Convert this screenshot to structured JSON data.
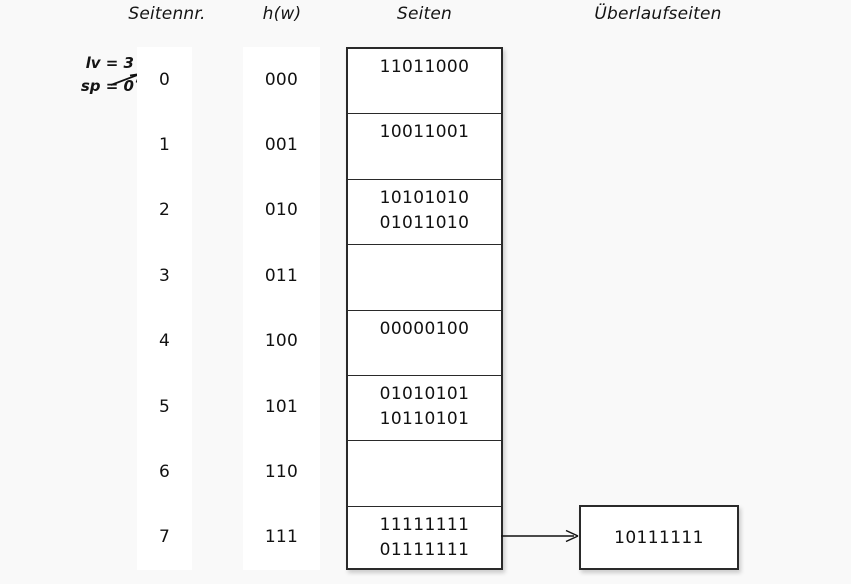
{
  "headers": {
    "seitennr": "Seitennr.",
    "hw": "h(w)",
    "seiten": "Seiten",
    "ueberlaufseiten": "Überlaufseiten"
  },
  "annotation": {
    "lv": "lv = 3",
    "sp": "sp = 0",
    "arrow_icon": "arrow-right-icon"
  },
  "rows": [
    {
      "seitennr": "0",
      "hw": "000",
      "entries": [
        "11011000"
      ]
    },
    {
      "seitennr": "1",
      "hw": "001",
      "entries": [
        "10011001"
      ]
    },
    {
      "seitennr": "2",
      "hw": "010",
      "entries": [
        "10101010",
        "01011010"
      ]
    },
    {
      "seitennr": "3",
      "hw": "011",
      "entries": []
    },
    {
      "seitennr": "4",
      "hw": "100",
      "entries": [
        "00000100"
      ]
    },
    {
      "seitennr": "5",
      "hw": "101",
      "entries": [
        "01010101",
        "10110101"
      ]
    },
    {
      "seitennr": "6",
      "hw": "110",
      "entries": []
    },
    {
      "seitennr": "7",
      "hw": "111",
      "entries": [
        "11111111",
        "01111111"
      ]
    }
  ],
  "overflow": {
    "entries": [
      "10111111"
    ],
    "link_icon": "arrow-right-icon",
    "from_row": "7"
  },
  "colors": {
    "background": "#f9f9f9",
    "cell_background": "#ffffff",
    "border": "#2a2a2a",
    "text": "#111111"
  }
}
